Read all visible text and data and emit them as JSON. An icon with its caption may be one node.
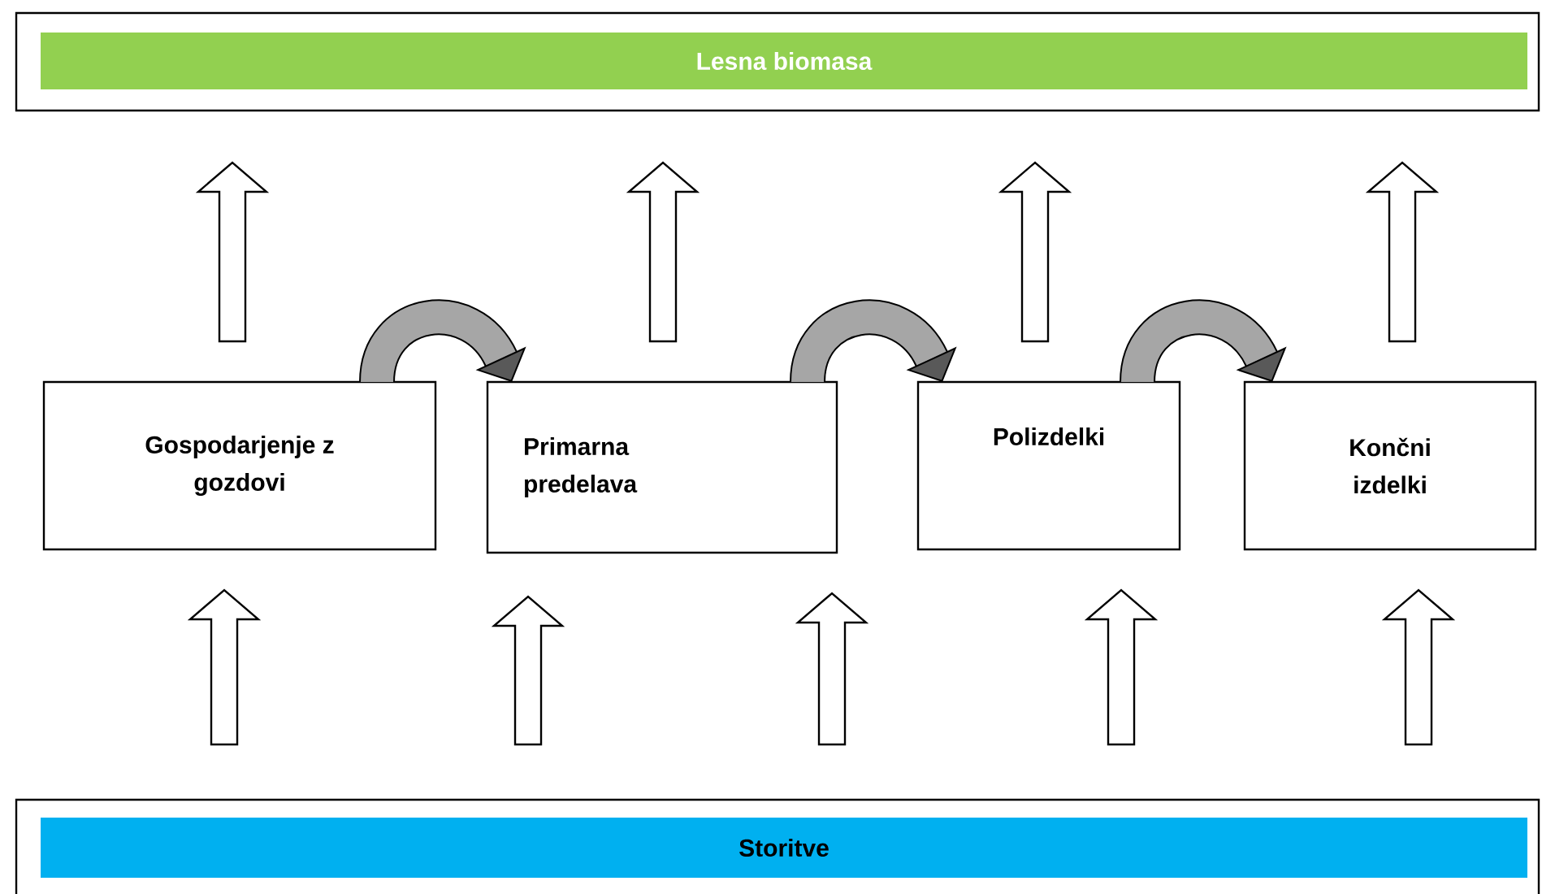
{
  "diagram": {
    "nodes": [
      {
        "text": [],
        "shape": "box"
      },
      {
        "text": [
          "Lesna biomasa"
        ],
        "in": 0
      },
      {
        "text": [
          "Gospodarjenje z gozdovi"
        ]
      },
      {
        "text": [
          "Primarna predelava"
        ]
      },
      {
        "text": [
          "Polizdelki"
        ]
      },
      {
        "text": [
          "Končni izdelki"
        ]
      },
      {
        "text": [],
        "shape": "box"
      },
      {
        "text": [
          "Storitve"
        ],
        "in": 6
      }
    ],
    "edges": [
      {
        "from": 2,
        "to": 3,
        "arrow": "to"
      },
      {
        "from": 3,
        "to": 4,
        "arrow": "to"
      },
      {
        "from": 4,
        "to": 5,
        "arrow": "to"
      },
      {
        "from": 2,
        "to": 1,
        "arrow": "to"
      },
      {
        "from": 3,
        "to": 1,
        "arrow": "to"
      },
      {
        "from": 4,
        "to": 1,
        "arrow": "to"
      },
      {
        "from": 5,
        "to": 1,
        "arrow": "to"
      },
      {
        "from": 7,
        "to": 2,
        "arrow": "to"
      },
      {
        "from": 7,
        "to": 3,
        "arrow": "to"
      },
      {
        "from": 7,
        "to": 3,
        "arrow": "to"
      },
      {
        "from": 7,
        "to": 4,
        "arrow": "to"
      },
      {
        "from": 7,
        "to": 5,
        "arrow": "to"
      }
    ]
  }
}
